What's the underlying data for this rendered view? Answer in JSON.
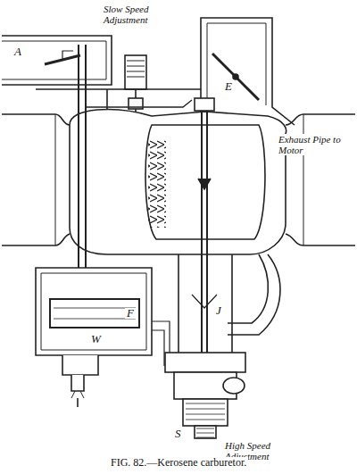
{
  "diagram": {
    "caption": "FIG. 82.—Kerosene carburetor.",
    "labels": [
      "Slow Speed Adjustment",
      "A",
      "E",
      "Exhaust Pipe to Motor",
      "F",
      "W",
      "J",
      "S",
      "High Speed Adjustment"
    ]
  }
}
